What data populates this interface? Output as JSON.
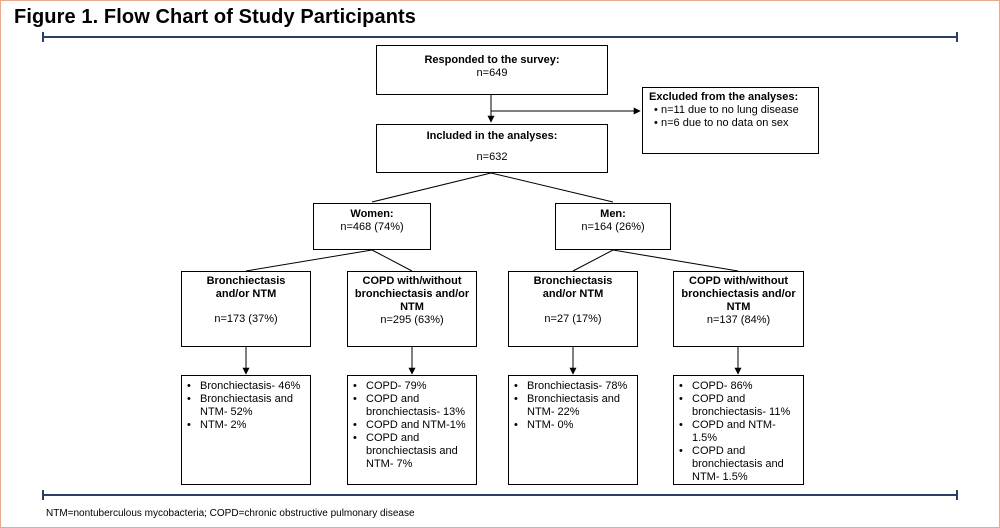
{
  "title": "Figure 1. Flow Chart of Study Participants",
  "footnote": "NTM=nontuberculous mycobacteria; COPD=chronic obstructive pulmonary disease",
  "colors": {
    "rule": "#2d3f63",
    "frame": "#e8a98a",
    "box_border": "#000000"
  },
  "nodes": {
    "responded": {
      "title": "Responded to the survey:",
      "value": "n=649"
    },
    "excluded": {
      "title": "Excluded from the analyses:",
      "items": [
        "n=11 due to no lung disease",
        "n=6 due to no data on sex"
      ]
    },
    "included": {
      "title": "Included in the analyses:",
      "value": "n=632"
    },
    "women": {
      "title": "Women:",
      "value": "n=468 (74%)"
    },
    "men": {
      "title": "Men:",
      "value": "n=164 (26%)"
    },
    "w_bronch": {
      "title_lines": [
        "Bronchiectasis",
        "and/or NTM"
      ],
      "value": "n=173 (37%)"
    },
    "w_copd": {
      "title_lines": [
        "COPD with/without",
        "bronchiectasis and/or",
        "NTM"
      ],
      "value": "n=295 (63%)"
    },
    "m_bronch": {
      "title_lines": [
        "Bronchiectasis",
        "and/or NTM"
      ],
      "value": "n=27 (17%)"
    },
    "m_copd": {
      "title_lines": [
        "COPD with/without",
        "bronchiectasis and/or",
        "NTM"
      ],
      "value": "n=137 (84%)"
    },
    "w_bronch_detail": [
      [
        "Bronchiectasis- 46%"
      ],
      [
        "Bronchiectasis and",
        "NTM- 52%"
      ],
      [
        "NTM- 2%"
      ]
    ],
    "w_copd_detail": [
      [
        "COPD- 79%"
      ],
      [
        "COPD and",
        "bronchiectasis- 13%"
      ],
      [
        "COPD and NTM-1%"
      ],
      [
        "COPD and",
        "bronchiectasis and",
        "NTM- 7%"
      ]
    ],
    "m_bronch_detail": [
      [
        "Bronchiectasis- 78%"
      ],
      [
        "Bronchiectasis and",
        "NTM- 22%"
      ],
      [
        "NTM- 0%"
      ]
    ],
    "m_copd_detail": [
      [
        "COPD- 86%"
      ],
      [
        "COPD and",
        "bronchiectasis- 11%"
      ],
      [
        "COPD and NTM-",
        "1.5%"
      ],
      [
        "COPD and",
        "bronchiectasis and",
        "NTM- 1.5%"
      ]
    ]
  }
}
